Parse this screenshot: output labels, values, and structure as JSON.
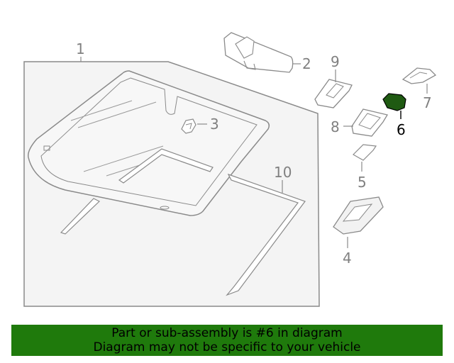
{
  "callouts": {
    "c1": "1",
    "c2": "2",
    "c3": "3",
    "c4": "4",
    "c5": "5",
    "c6": "6",
    "c7": "7",
    "c8": "8",
    "c9": "9",
    "c10": "10"
  },
  "highlighted_part": "6",
  "banner": {
    "line1": "Part or sub-assembly is #6 in diagram",
    "line2": "Diagram may not be specific to your vehicle"
  },
  "colors": {
    "line": "#8a8a8a",
    "panel_fill": "#f4f4f4",
    "highlight_fill": "#1f5a12",
    "banner_bg": "#1f7a0c"
  }
}
